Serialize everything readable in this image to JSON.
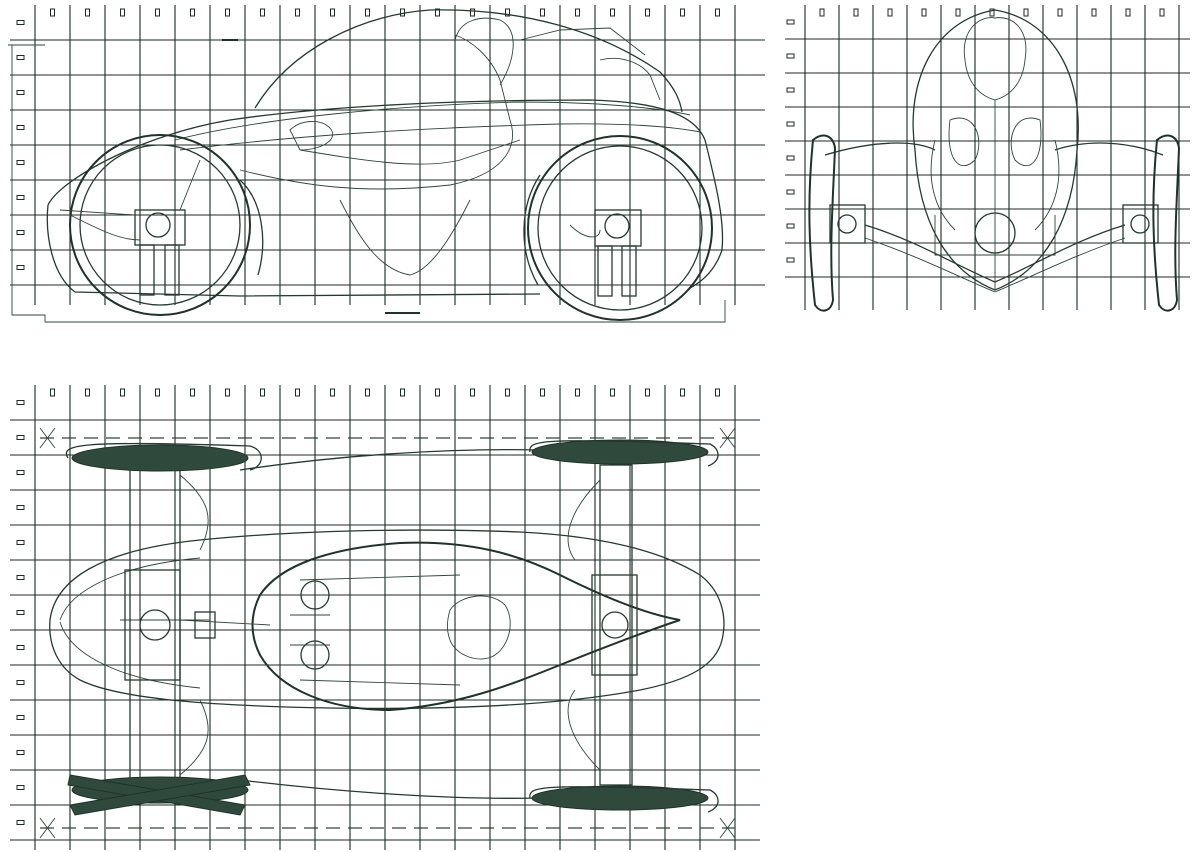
{
  "drawing": {
    "views": [
      {
        "key": "side",
        "icon": "vehicle-side-view"
      },
      {
        "key": "front",
        "icon": "vehicle-front-view"
      },
      {
        "key": "top",
        "icon": "vehicle-top-view"
      }
    ],
    "colors": {
      "line": "#243a30",
      "grid": "#1d2a24",
      "fill": "#2f4a3d",
      "background": "#ffffff"
    }
  }
}
